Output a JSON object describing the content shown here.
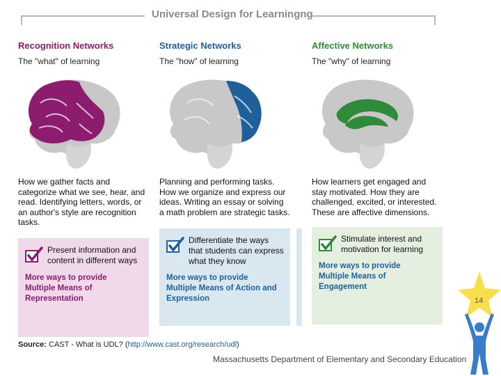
{
  "title": "Universal Design for Learningng",
  "columns": [
    {
      "heading": "Recognition Networks",
      "subheading": "The \"what\" of learning",
      "description": [
        "How we gather facts and",
        "categorize what we see, hear, and",
        "read. Identifying letters, words, or",
        "an author's style are recognition",
        "tasks."
      ],
      "guideline": [
        "Present information and",
        "content in different ways"
      ],
      "more": [
        "More ways to provide",
        "Multiple Means of",
        "Representation"
      ],
      "color": "#8b1c6e",
      "box_color": "#efd9ea"
    },
    {
      "heading": "Strategic Networks",
      "subheading": "The \"how\" of learning",
      "description": [
        "Planning and performing tasks.",
        "How we organize and express our",
        "ideas. Writing an essay or solving",
        "a math problem are strategic tasks."
      ],
      "guideline": [
        "Differentiate the ways",
        "that students can express",
        "what they know"
      ],
      "more": [
        "More ways to provide",
        "Multiple Means of Action and",
        "Expression"
      ],
      "color": "#1f5f9a",
      "box_color": "#d9e7f1"
    },
    {
      "heading": "Affective Networks",
      "subheading": "The \"why\" of learning",
      "description": [
        "How learners get engaged and",
        "stay motivated. How they are",
        "challenged, excited, or interested.",
        "These are affective dimensions."
      ],
      "guideline": [
        "Stimulate interest and",
        "motivation for learning"
      ],
      "more": [
        "More ways to provide",
        "Multiple Means of",
        "Engagement"
      ],
      "color": "#2f8a3a",
      "box_color": "#e4efdf"
    }
  ],
  "source": {
    "label": "Source:",
    "text": " CAST - What is UDL? (",
    "url": "http://www.cast.org/research/udl",
    "close": ")"
  },
  "footer": "Massachusetts Department of Elementary and Secondary Education",
  "page_number": "14",
  "icons": [
    "checkbox-check-icon",
    "brain-icon",
    "star-person-icon"
  ]
}
